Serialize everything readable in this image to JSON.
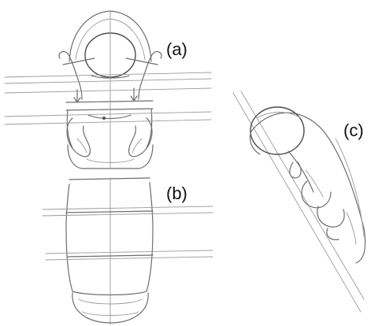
{
  "figure": {
    "labels": {
      "a": "(a)",
      "b": "(b)",
      "c": "(c)"
    }
  }
}
